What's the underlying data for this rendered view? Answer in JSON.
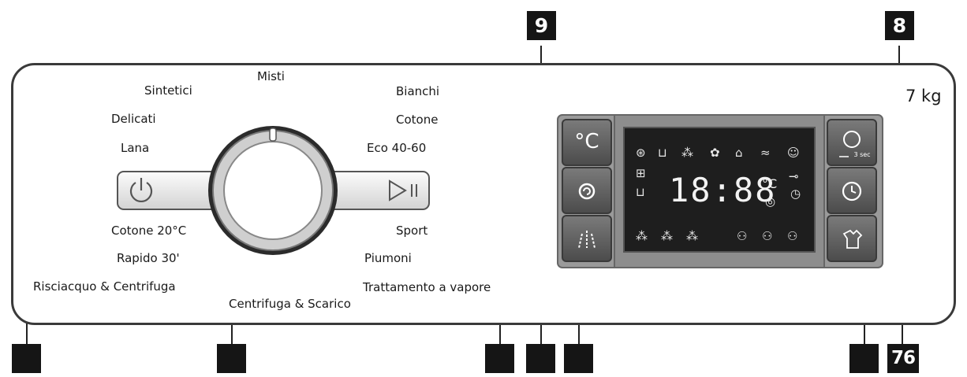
{
  "capacity": "7 kg",
  "callouts": {
    "nine": "9",
    "eight": "8",
    "seven_six": "76"
  },
  "programs": {
    "misti": "Misti",
    "sintetici": "Sintetici",
    "bianchi": "Bianchi",
    "delicati": "Delicati",
    "cotone": "Cotone",
    "lana": "Lana",
    "eco": "Eco 40-60",
    "cotone20": "Cotone 20°C",
    "sport": "Sport",
    "rapido": "Rapido 30'",
    "piumoni": "Piumoni",
    "risciacquo": "Risciacquo & Centrifuga",
    "vapore": "Trattamento a vapore",
    "centrifuga": "Centrifuga & Scarico"
  },
  "display": {
    "digits": "18:88",
    "degree_symbol": "°C",
    "key_lock_hint": "3 sec",
    "temp_button_symbol": "°C"
  },
  "icons": {
    "power": "power-icon",
    "start_pause": "start-pause-icon",
    "temperature": "temperature-icon",
    "spin": "spin-icon",
    "steam": "steam-icon",
    "child_lock": "child-lock-icon",
    "delay_timer": "delay-timer-icon",
    "extra_care": "extra-care-icon"
  },
  "colors": {
    "panel_border": "#3a3a3a",
    "button_dark": "#5a5a5a",
    "lcd_background": "#1e1e1e",
    "callout_fill": "#151515"
  }
}
